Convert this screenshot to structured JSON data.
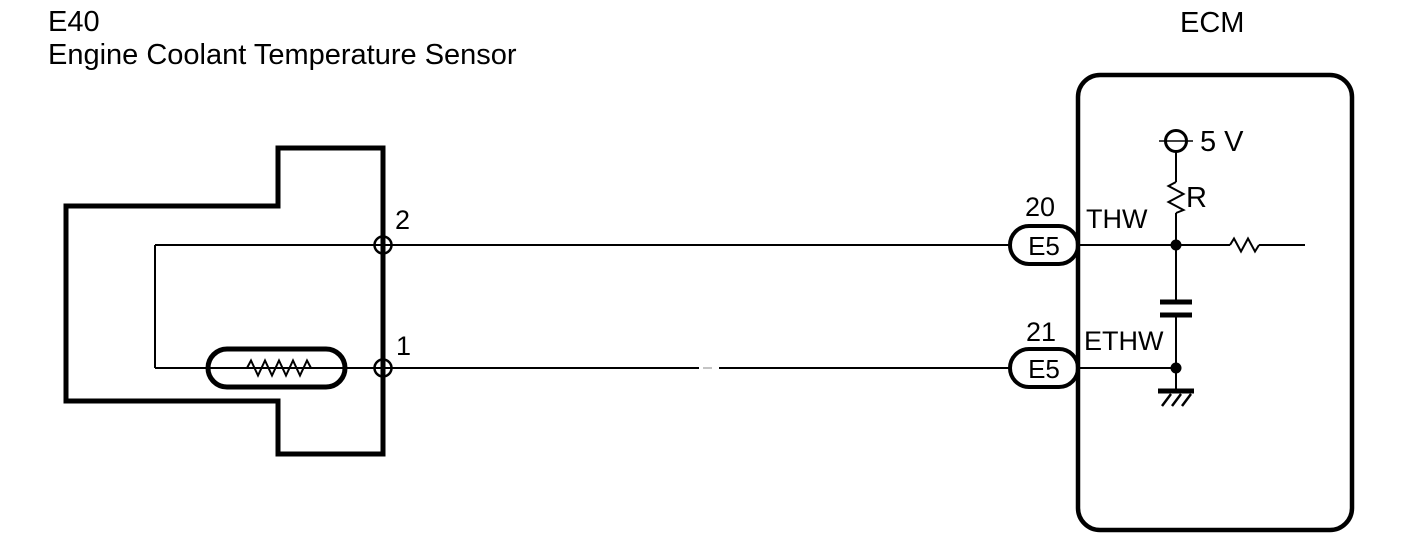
{
  "colors": {
    "line": "#000000",
    "background": "#ffffff",
    "wire_gap_mark": "#c4c4c4"
  },
  "sensor": {
    "id": "E40",
    "name": "Engine Coolant Temperature Sensor",
    "pins": [
      {
        "number": "2"
      },
      {
        "number": "1"
      }
    ]
  },
  "ecm": {
    "label": "ECM",
    "terminals": [
      {
        "pin": "20",
        "connector": "E5",
        "signal": "THW"
      },
      {
        "pin": "21",
        "connector": "E5",
        "signal": "ETHW"
      }
    ],
    "internal": {
      "supply": "5 V",
      "resistor": "R"
    }
  }
}
